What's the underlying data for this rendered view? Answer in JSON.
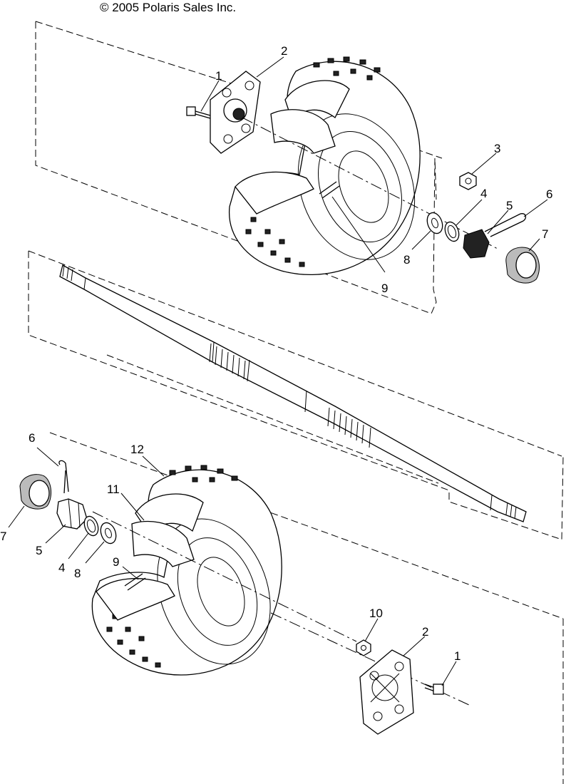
{
  "copyright": "© 2005 Polaris Sales Inc.",
  "callouts": {
    "top_1": "1",
    "top_2": "2",
    "top_3": "3",
    "top_4": "4",
    "top_5": "5",
    "top_6": "6",
    "top_7": "7",
    "top_8": "8",
    "top_9": "9",
    "bottom_1": "1",
    "bottom_2": "2",
    "bottom_4": "4",
    "bottom_5": "5",
    "bottom_6": "6",
    "bottom_7": "7",
    "bottom_8": "8",
    "bottom_9": "9",
    "bottom_10": "10",
    "bottom_11": "11",
    "bottom_12": "12"
  }
}
